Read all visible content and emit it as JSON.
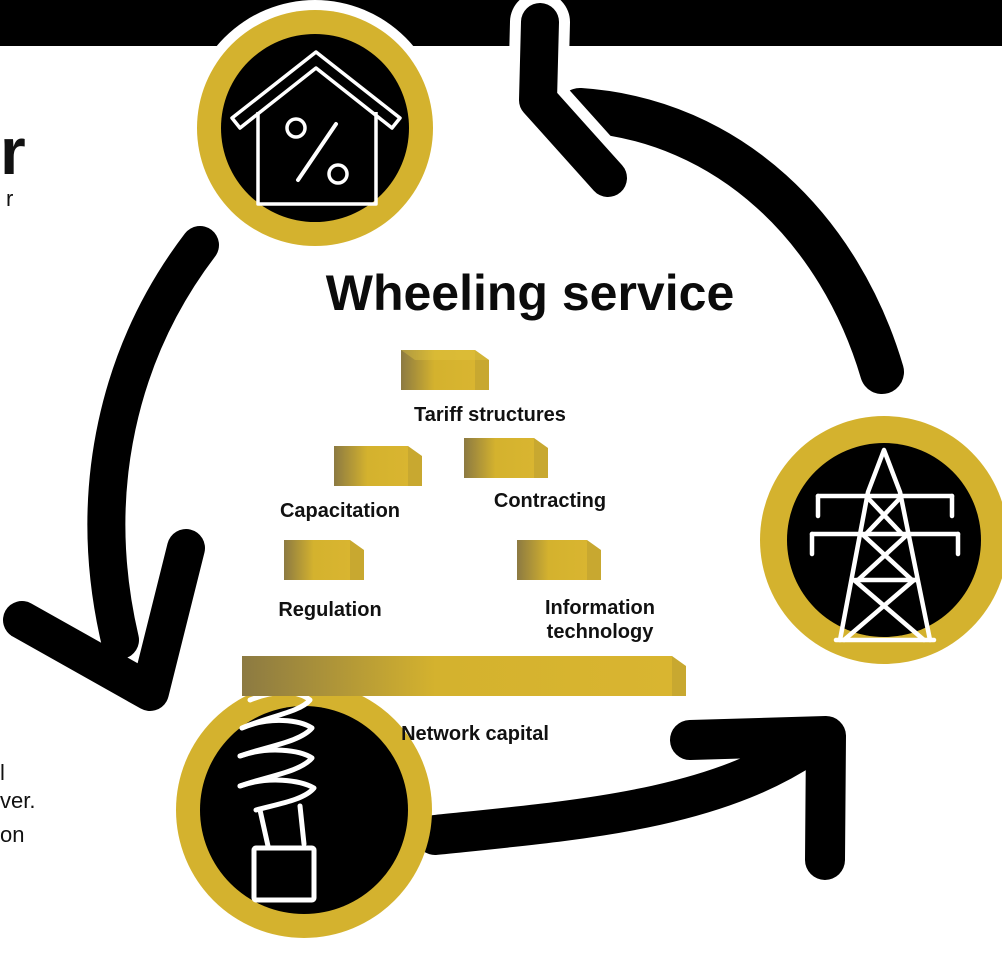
{
  "title": "Wheeling service",
  "edge_fragments": {
    "heading_tail": "r",
    "line_1": "r",
    "line_2": "l",
    "line_3": "ver.",
    "line_4": "on"
  },
  "blocks": [
    {
      "id": "tariff",
      "label": "Tariff structures"
    },
    {
      "id": "capacitation",
      "label": "Capacitation"
    },
    {
      "id": "contracting",
      "label": "Contracting"
    },
    {
      "id": "regulation",
      "label": "Regulation"
    },
    {
      "id": "it",
      "label": "Information technology",
      "lines": [
        "Information",
        "technology"
      ]
    },
    {
      "id": "capital",
      "label": "Network capital"
    }
  ],
  "icons": [
    "house-percent-icon",
    "transmission-tower-icon",
    "light-bulb-icon"
  ],
  "colors": {
    "gold": "#D4B22E",
    "gold_dark": "#8C7A42",
    "black": "#000000",
    "white": "#FFFFFF"
  }
}
